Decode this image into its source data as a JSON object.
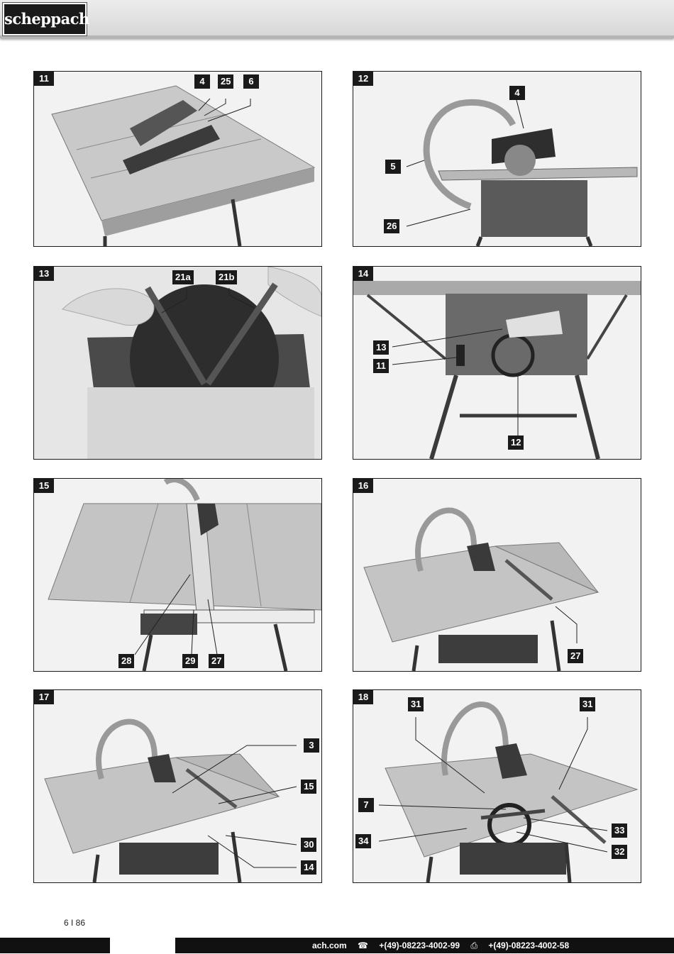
{
  "header": {
    "logo_text": "scheppach"
  },
  "panels": [
    {
      "number": "11",
      "callouts": [
        "4",
        "25",
        "6"
      ]
    },
    {
      "number": "12",
      "callouts": [
        "4",
        "5",
        "26"
      ]
    },
    {
      "number": "13",
      "callouts": [
        "21a",
        "21b"
      ]
    },
    {
      "number": "14",
      "callouts": [
        "13",
        "11",
        "12"
      ]
    },
    {
      "number": "15",
      "callouts": [
        "28",
        "29",
        "27"
      ]
    },
    {
      "number": "16",
      "callouts": [
        "27"
      ]
    },
    {
      "number": "17",
      "callouts": [
        "3",
        "15",
        "30",
        "14"
      ]
    },
    {
      "number": "18",
      "callouts": [
        "31",
        "31",
        "7",
        "33",
        "34",
        "32"
      ]
    }
  ],
  "page_number": "6 I 86",
  "footer": {
    "website_fragment": "ach.com",
    "phone_icon": "phone-icon",
    "phone": "+(49)-08223-4002-99",
    "fax_icon": "fax-icon",
    "fax": "+(49)-08223-4002-58"
  }
}
